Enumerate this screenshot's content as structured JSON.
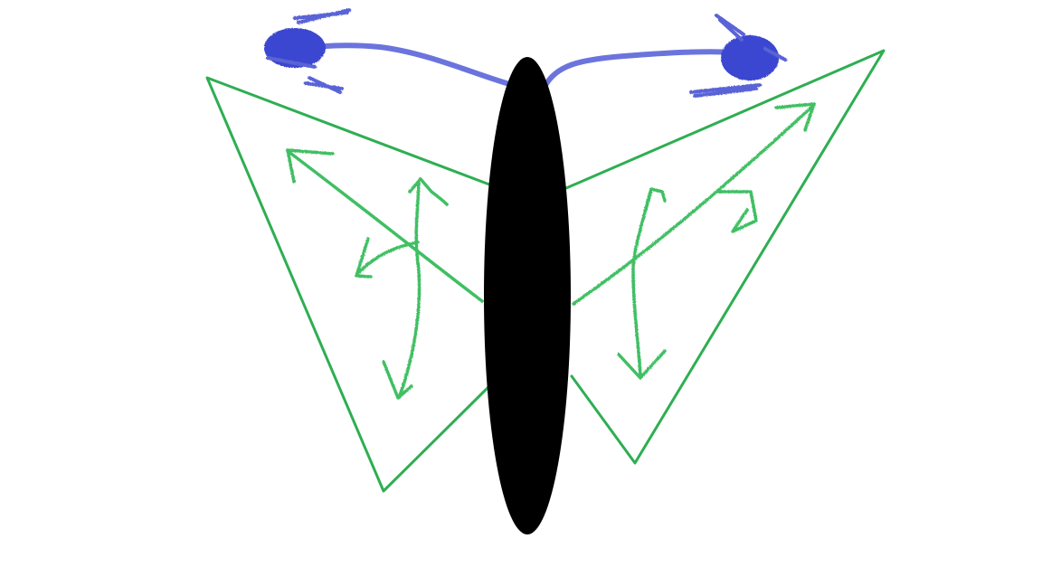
{
  "drawing": {
    "subject": "butterfly-sketch",
    "colors": {
      "background": "#ffffff",
      "body": "#000000",
      "wing_outline": "#2eae52",
      "wing_marks": "#3fbf63",
      "antenna": "#6b74dd",
      "antenna_tip": "#3a47d0"
    },
    "parts": [
      "body",
      "left-wing",
      "right-wing",
      "left-antenna",
      "right-antenna"
    ]
  }
}
